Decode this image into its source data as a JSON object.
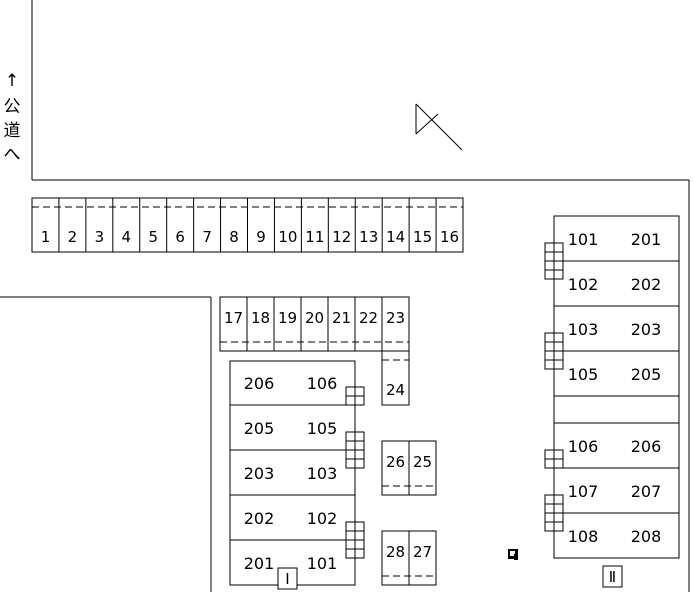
{
  "road_label": {
    "arrow": "↑",
    "chars": [
      "公",
      "道",
      "へ"
    ]
  },
  "parking_top": [
    "1",
    "2",
    "3",
    "4",
    "5",
    "6",
    "7",
    "8",
    "9",
    "10",
    "11",
    "12",
    "13",
    "14",
    "15",
    "16"
  ],
  "parking_middle": [
    "17",
    "18",
    "19",
    "20",
    "21",
    "22",
    "23"
  ],
  "parking_24": "24",
  "parking_pair_a": [
    "26",
    "25"
  ],
  "parking_pair_b": [
    "28",
    "27"
  ],
  "building_1": {
    "label": "I",
    "rows": [
      {
        "left": "206",
        "right": "106"
      },
      {
        "left": "205",
        "right": "105"
      },
      {
        "left": "203",
        "right": "103"
      },
      {
        "left": "202",
        "right": "102"
      },
      {
        "left": "201",
        "right": "101"
      }
    ]
  },
  "building_2": {
    "label": "Ⅱ",
    "rows": [
      {
        "left": "101",
        "right": "201"
      },
      {
        "left": "102",
        "right": "202"
      },
      {
        "left": "103",
        "right": "203"
      },
      {
        "left": "105",
        "right": "205"
      },
      {
        "left": "",
        "right": ""
      },
      {
        "left": "106",
        "right": "206"
      },
      {
        "left": "107",
        "right": "207"
      },
      {
        "left": "108",
        "right": "208"
      }
    ]
  }
}
